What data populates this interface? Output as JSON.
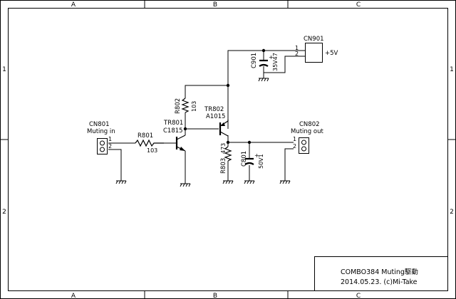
{
  "frame": {
    "columns": [
      "A",
      "B",
      "C"
    ],
    "rows": [
      "1",
      "2"
    ]
  },
  "components": {
    "cn901": {
      "ref": "CN901",
      "pins": [
        "1",
        "2"
      ],
      "net": "+5V"
    },
    "c901": {
      "ref": "C901",
      "value": "35V47"
    },
    "r802": {
      "ref": "R802",
      "value": "103"
    },
    "tr802": {
      "ref": "TR802",
      "part": "A1015"
    },
    "tr801": {
      "ref": "TR801",
      "part": "C1815"
    },
    "r801": {
      "ref": "R801",
      "value": "103"
    },
    "cn801": {
      "ref": "CN801",
      "label": "Muting in",
      "pins": [
        "1",
        "2"
      ]
    },
    "cn802": {
      "ref": "CN802",
      "label": "Muting out",
      "pins": [
        "1",
        "2"
      ]
    },
    "r803": {
      "ref": "R803",
      "value": "473"
    },
    "c801": {
      "ref": "C801",
      "value": "50V1"
    }
  },
  "title_block": {
    "title": "COMBO384 Muting駆動",
    "date_credit": "2014.05.23.  (c)Mi-Take"
  }
}
